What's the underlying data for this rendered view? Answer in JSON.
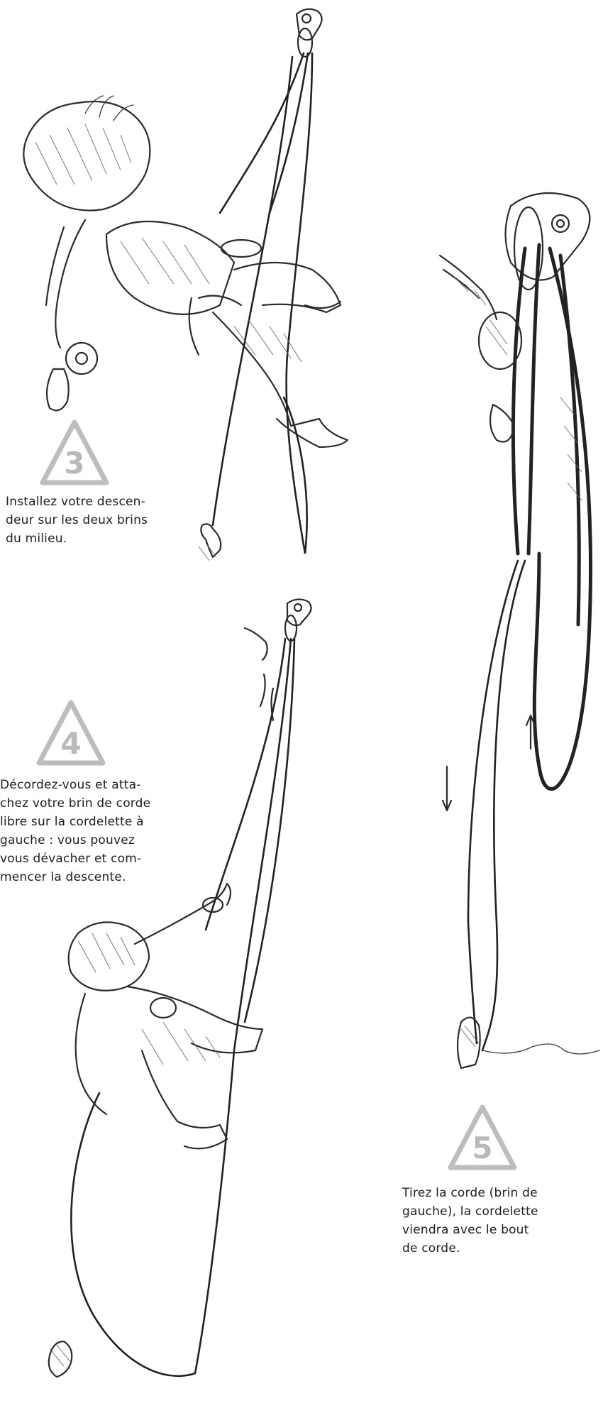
{
  "steps": [
    {
      "number": "3",
      "text_lines": [
        "Installez votre descen-",
        "deur sur les deux brins",
        "du milieu."
      ]
    },
    {
      "number": "4",
      "text_lines": [
        "Décordez-vous et atta-",
        "chez votre brin de corde",
        "libre sur la cordelette à",
        "gauche : vous pouvez",
        "vous dévacher et com-",
        "mencer la descente."
      ]
    },
    {
      "number": "5",
      "text_lines": [
        "Tirez la corde (brin de",
        "gauche), la cordelette",
        "viendra avec le bout",
        "de corde."
      ]
    }
  ],
  "icons": {
    "badge": "triangle-number-icon",
    "anchor": "anchor-plate-icon",
    "descender": "descender-icon",
    "arrow_down": "arrow-down-icon",
    "arrow_up": "arrow-up-icon"
  },
  "colors": {
    "badge": "#b9b9b9",
    "ink": "#2b2b2b"
  }
}
